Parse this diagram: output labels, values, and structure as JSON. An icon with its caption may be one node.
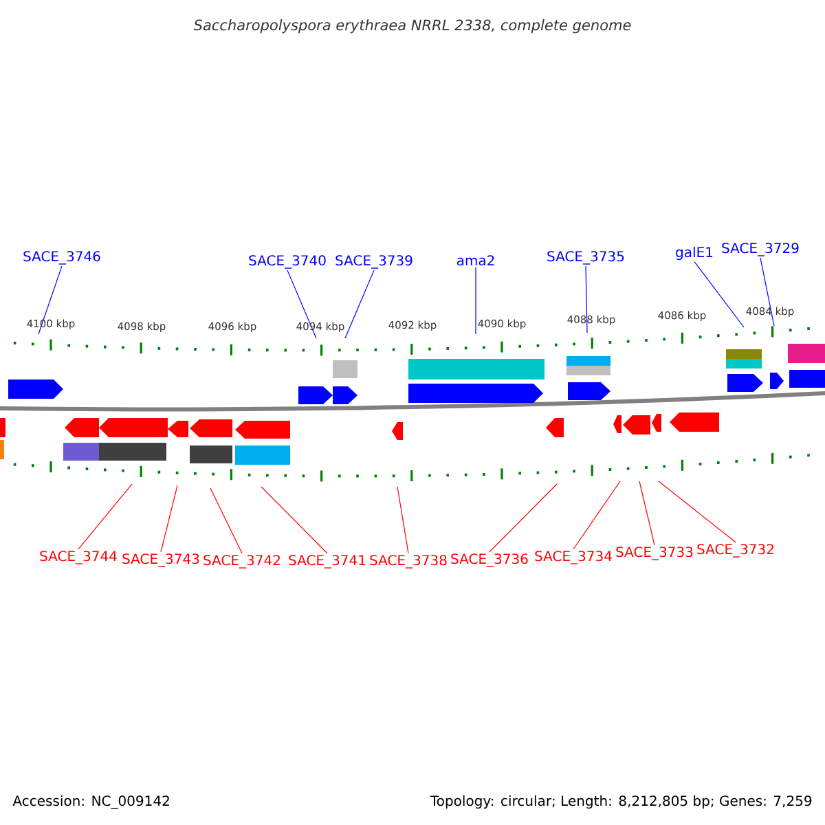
{
  "diagram": {
    "title": "Saccharopolyspora erythraea NRRL 2338, complete genome",
    "nodes": [
      {
        "text": [
          "SACE_3746"
        ]
      },
      {
        "text": [
          "SACE_3740"
        ]
      },
      {
        "text": [
          "SACE_3739"
        ]
      },
      {
        "text": [
          "ama2"
        ]
      },
      {
        "text": [
          "SACE_3735"
        ]
      },
      {
        "text": [
          "galE1"
        ]
      },
      {
        "text": [
          "SACE_3729"
        ]
      },
      {
        "text": [
          "SACE_3744"
        ]
      },
      {
        "text": [
          "SACE_3743"
        ]
      },
      {
        "text": [
          "SACE_3742"
        ]
      },
      {
        "text": [
          "SACE_3741"
        ]
      },
      {
        "text": [
          "SACE_3738"
        ]
      },
      {
        "text": [
          "SACE_3736"
        ]
      },
      {
        "text": [
          "SACE_3734"
        ]
      },
      {
        "text": [
          "SACE_3733"
        ]
      },
      {
        "text": [
          "SACE_3732"
        ]
      },
      {
        "text": [],
        "shape": "ruler"
      },
      {
        "text": [],
        "shape": "ruler"
      }
    ],
    "edges": [
      {
        "from": 0,
        "to": 16,
        "arrow": "none",
        "color": "#0000ff"
      },
      {
        "from": 1,
        "to": 16,
        "arrow": "none",
        "color": "#0000ff"
      },
      {
        "from": 2,
        "to": 16,
        "arrow": "none",
        "color": "#0000ff"
      },
      {
        "from": 3,
        "to": 16,
        "arrow": "none",
        "color": "#0000ff"
      },
      {
        "from": 4,
        "to": 16,
        "arrow": "none",
        "color": "#0000ff"
      },
      {
        "from": 5,
        "to": 16,
        "arrow": "none",
        "color": "#0000ff"
      },
      {
        "from": 6,
        "to": 16,
        "arrow": "none",
        "color": "#0000ff"
      },
      {
        "from": 7,
        "to": 17,
        "arrow": "none",
        "color": "#ff0000"
      },
      {
        "from": 8,
        "to": 17,
        "arrow": "none",
        "color": "#ff0000"
      },
      {
        "from": 9,
        "to": 17,
        "arrow": "none",
        "color": "#ff0000"
      },
      {
        "from": 10,
        "to": 17,
        "arrow": "none",
        "color": "#ff0000"
      },
      {
        "from": 11,
        "to": 17,
        "arrow": "none",
        "color": "#ff0000"
      },
      {
        "from": 12,
        "to": 17,
        "arrow": "none",
        "color": "#ff0000"
      },
      {
        "from": 13,
        "to": 17,
        "arrow": "none",
        "color": "#ff0000"
      },
      {
        "from": 14,
        "to": 17,
        "arrow": "none",
        "color": "#ff0000"
      },
      {
        "from": 15,
        "to": 17,
        "arrow": "none",
        "color": "#ff0000"
      }
    ],
    "labels": [
      "4100 kbp",
      "4098 kbp",
      "4096 kbp",
      "4094 kbp",
      "4092 kbp",
      "4090 kbp",
      "4088 kbp",
      "4086 kbp",
      "4084 kbp",
      "Accession: NC_009142",
      "Topology: circular; Length: 8,212,805 bp; Genes: 7,259"
    ]
  }
}
